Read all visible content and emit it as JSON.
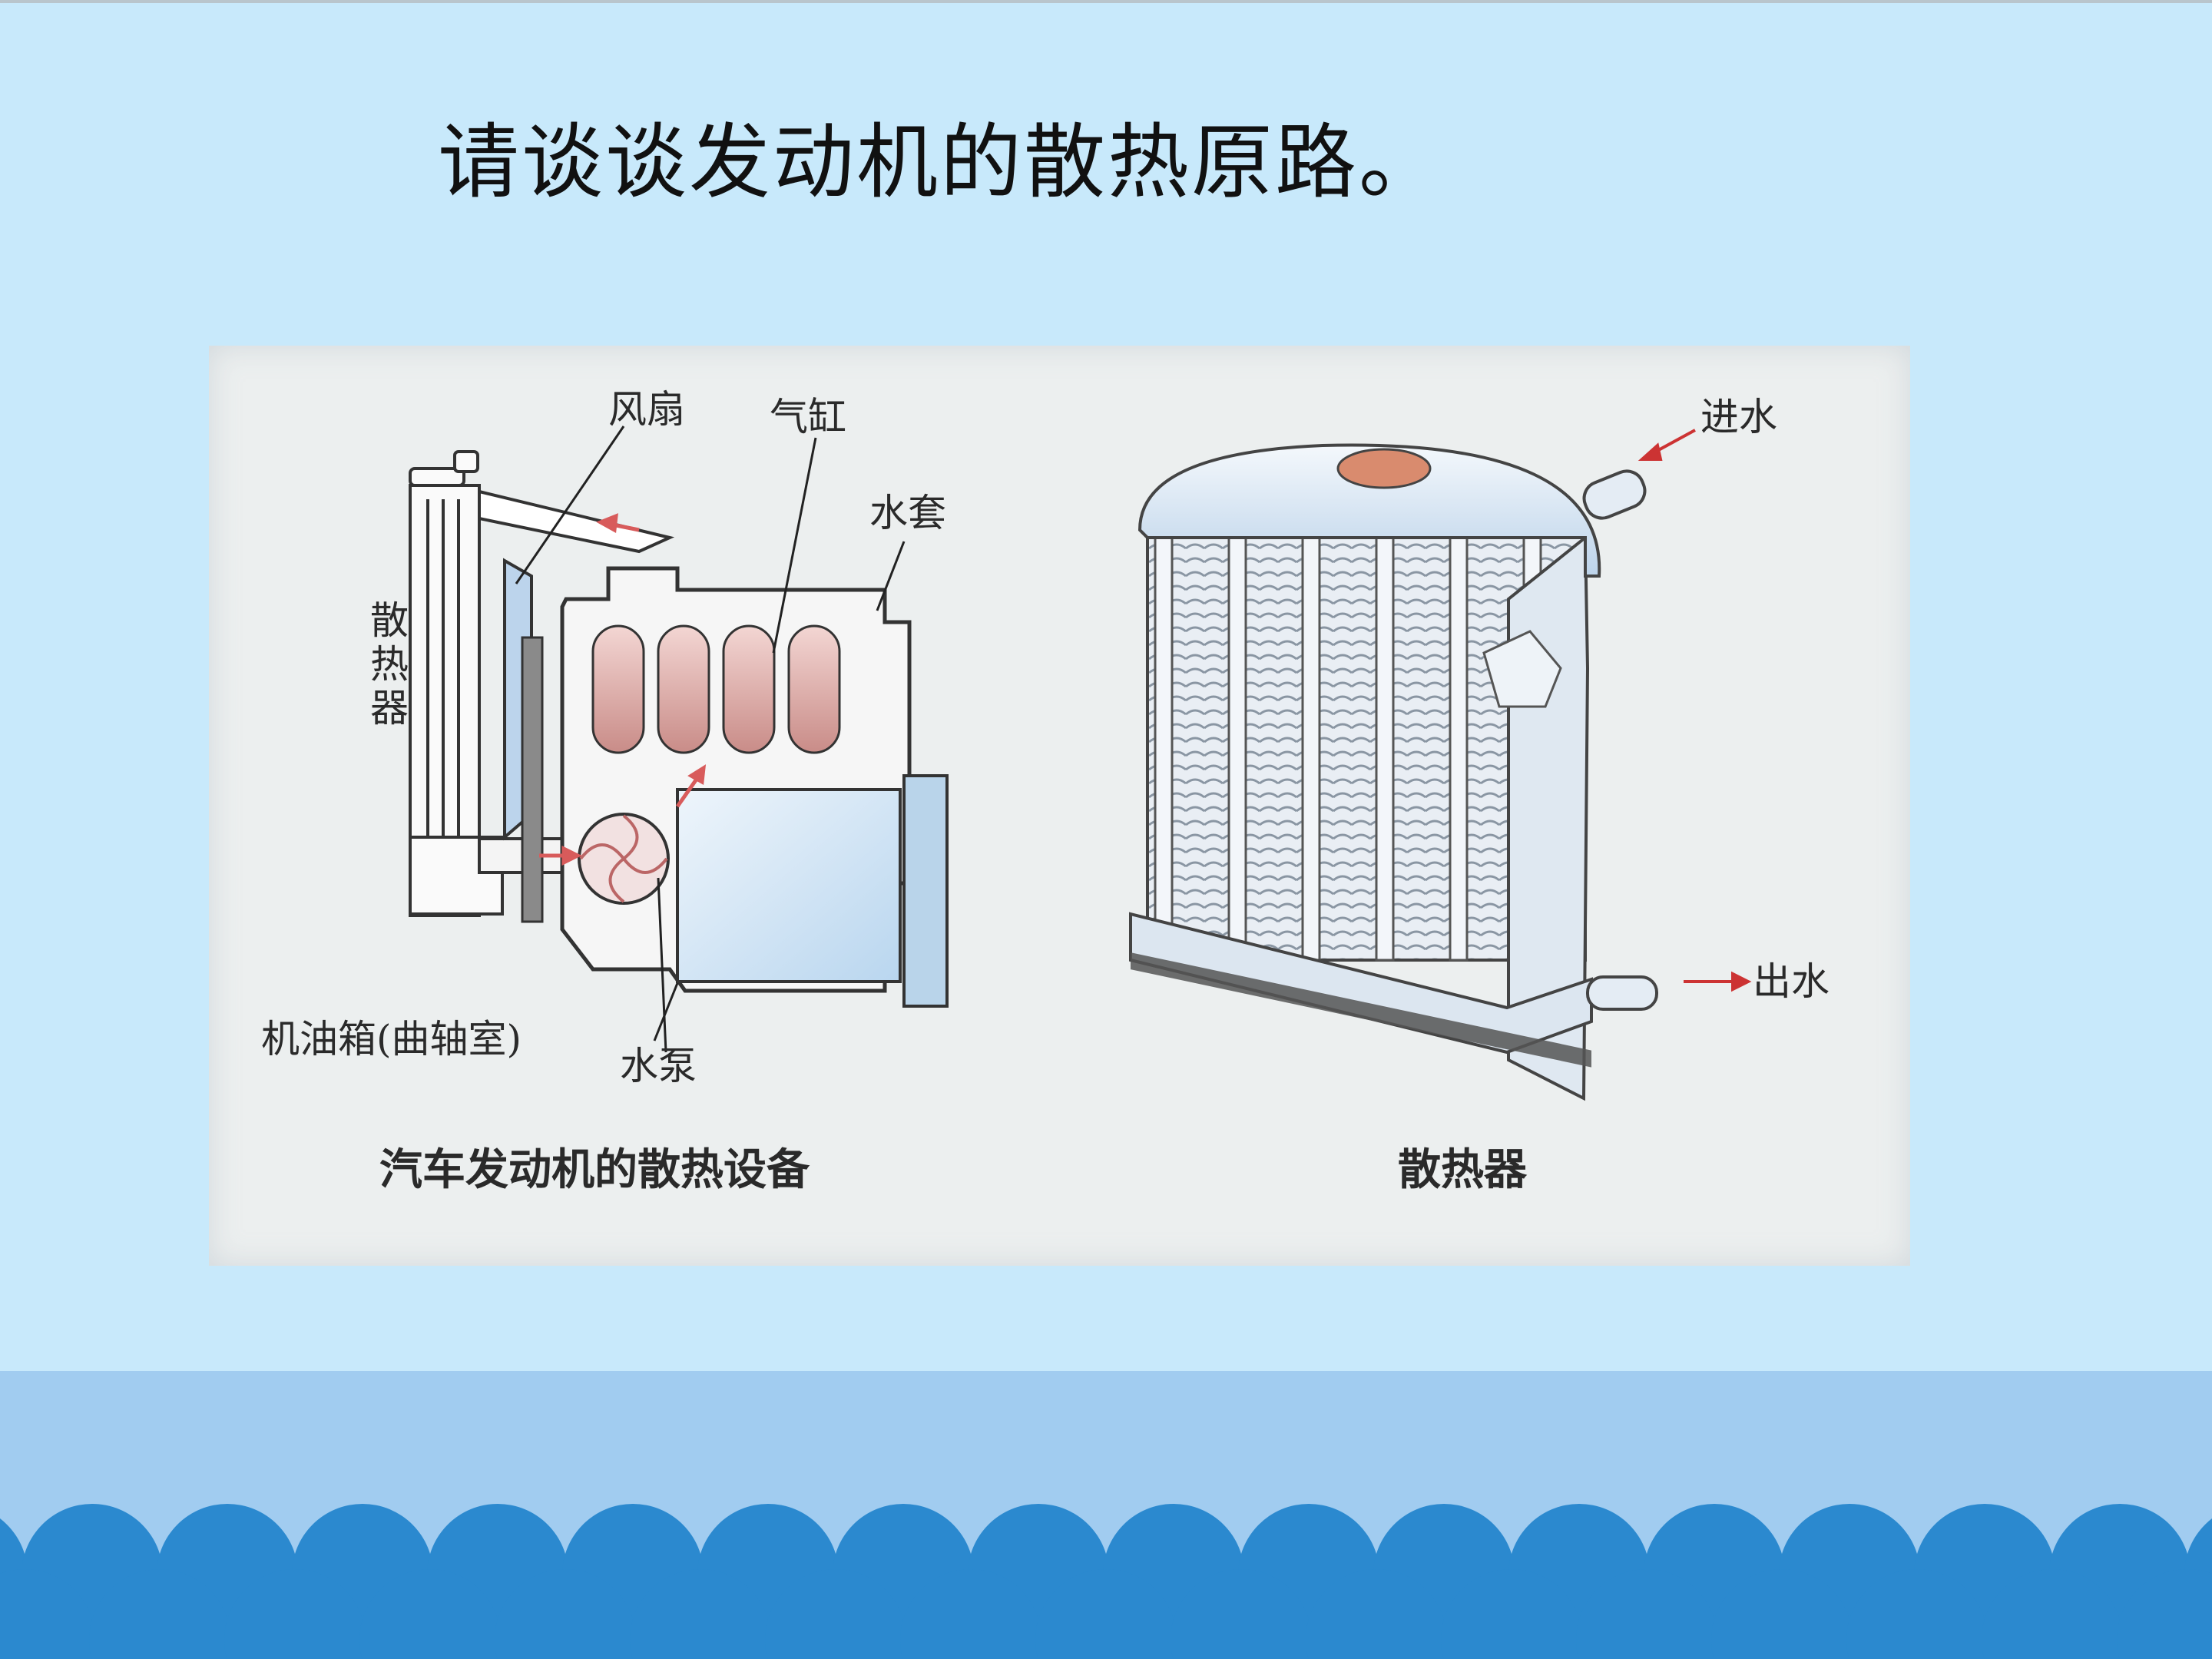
{
  "slide": {
    "title": "请谈谈发动机的散热原路。"
  },
  "engine_figure": {
    "caption": "汽车发动机的散热设备",
    "labels": {
      "fan": "风扇",
      "cylinder": "气缸",
      "water_jacket": "水套",
      "radiator_vertical": [
        "散",
        "热",
        "器"
      ],
      "oil_sump": "机油箱(曲轴室)",
      "water_pump": "水泵"
    }
  },
  "radiator_figure": {
    "caption": "散热器",
    "labels": {
      "water_in": "进水",
      "water_out": "出水"
    }
  },
  "colors": {
    "background": "#c8e9fb",
    "band": "#a1ccf0",
    "scallop": "#2b89cf",
    "photo": "#ecefef"
  }
}
